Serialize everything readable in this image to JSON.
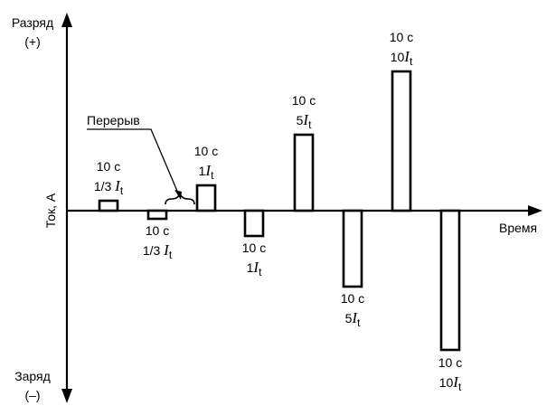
{
  "axis": {
    "top_label_line1": "Разряд",
    "top_label_line2": "(+)",
    "bottom_label_line1": "Заряд",
    "bottom_label_line2": "(–)",
    "y_label": "Ток, А",
    "x_label": "Время"
  },
  "break_label": "Перерыв",
  "pulses": [
    {
      "direction": "discharge",
      "multiple": 0.333,
      "duration": "10 с",
      "coef": "1/3 ",
      "sym": "I",
      "sub": "t"
    },
    {
      "direction": "charge",
      "multiple": 0.333,
      "duration": "10 с",
      "coef": "1/3 ",
      "sym": "I",
      "sub": "t"
    },
    {
      "direction": "discharge",
      "multiple": 1,
      "duration": "10 с",
      "coef": "1",
      "sym": "I",
      "sub": "t"
    },
    {
      "direction": "charge",
      "multiple": 1,
      "duration": "10 с",
      "coef": "1",
      "sym": "I",
      "sub": "t"
    },
    {
      "direction": "discharge",
      "multiple": 5,
      "duration": "10 с",
      "coef": "5",
      "sym": "I",
      "sub": "t"
    },
    {
      "direction": "charge",
      "multiple": 5,
      "duration": "10 с",
      "coef": "5",
      "sym": "I",
      "sub": "t"
    },
    {
      "direction": "discharge",
      "multiple": 10,
      "duration": "10 с",
      "coef": "10",
      "sym": "I",
      "sub": "t"
    },
    {
      "direction": "charge",
      "multiple": 10,
      "duration": "10 с",
      "coef": "10",
      "sym": "I",
      "sub": "t"
    }
  ]
}
